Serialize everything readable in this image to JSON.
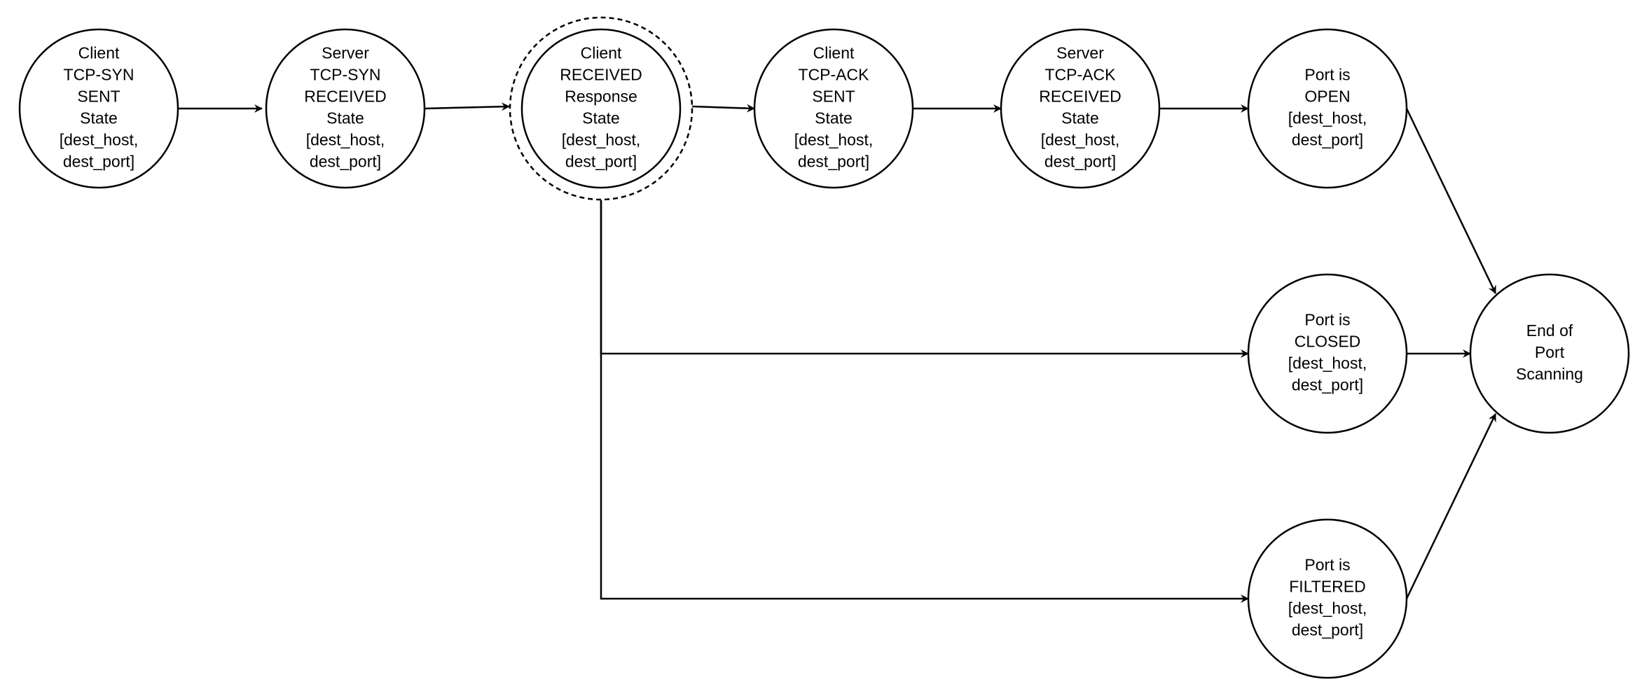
{
  "diagram": {
    "nodes": [
      {
        "id": "client-syn-sent",
        "lines": [
          "Client",
          "TCP-SYN",
          "SENT",
          "State",
          "[dest_host,",
          "dest_port]"
        ]
      },
      {
        "id": "server-syn-received",
        "lines": [
          "Server",
          "TCP-SYN",
          "RECEIVED",
          "State",
          "[dest_host,",
          "dest_port]"
        ]
      },
      {
        "id": "client-received-response",
        "lines": [
          "Client",
          "RECEIVED",
          "Response",
          "State",
          "[dest_host,",
          "dest_port]"
        ]
      },
      {
        "id": "client-ack-sent",
        "lines": [
          "Client",
          "TCP-ACK",
          "SENT",
          "State",
          "[dest_host,",
          "dest_port]"
        ]
      },
      {
        "id": "server-ack-received",
        "lines": [
          "Server",
          "TCP-ACK",
          "RECEIVED",
          "State",
          "[dest_host,",
          "dest_port]"
        ]
      },
      {
        "id": "port-open",
        "lines": [
          "Port is",
          "OPEN",
          "[dest_host,",
          "dest_port]"
        ]
      },
      {
        "id": "port-closed",
        "lines": [
          "Port is",
          "CLOSED",
          "[dest_host,",
          "dest_port]"
        ]
      },
      {
        "id": "port-filtered",
        "lines": [
          "Port is",
          "FILTERED",
          "[dest_host,",
          "dest_port]"
        ]
      },
      {
        "id": "end-of-port-scanning",
        "lines": [
          "End of",
          "Port",
          "Scanning"
        ]
      }
    ],
    "edges": [
      {
        "from": "client-syn-sent",
        "to": "server-syn-received"
      },
      {
        "from": "server-syn-received",
        "to": "client-received-response"
      },
      {
        "from": "client-received-response",
        "to": "client-ack-sent"
      },
      {
        "from": "client-ack-sent",
        "to": "server-ack-received"
      },
      {
        "from": "server-ack-received",
        "to": "port-open"
      },
      {
        "from": "client-received-response",
        "to": "port-closed"
      },
      {
        "from": "client-received-response",
        "to": "port-filtered"
      },
      {
        "from": "port-open",
        "to": "end-of-port-scanning"
      },
      {
        "from": "port-closed",
        "to": "end-of-port-scanning"
      },
      {
        "from": "port-filtered",
        "to": "end-of-port-scanning"
      }
    ],
    "colors": {
      "stroke": "#000000",
      "fill": "#ffffff"
    }
  }
}
